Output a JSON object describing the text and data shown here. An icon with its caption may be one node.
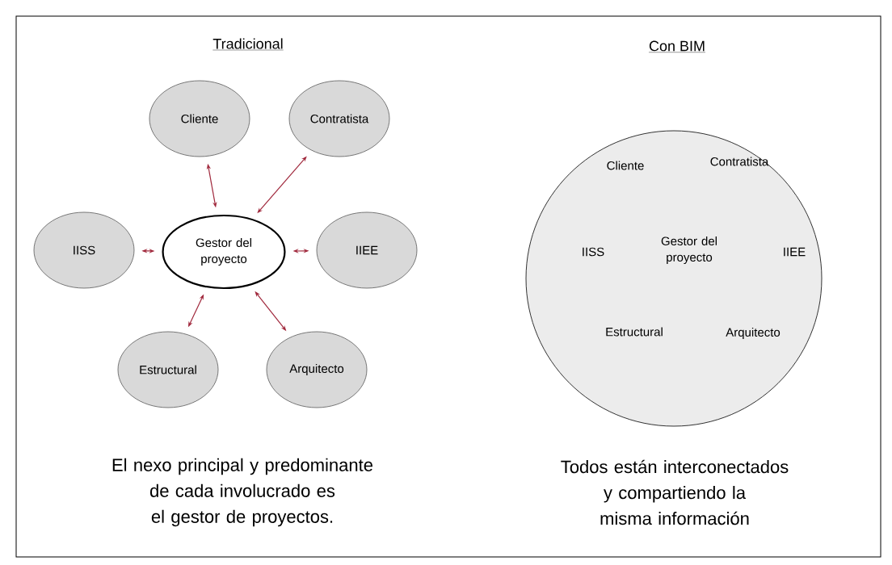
{
  "diagram": {
    "nodes": [
      {
        "text": [
          "Cliente"
        ]
      },
      {
        "text": [
          "Contratista"
        ]
      },
      {
        "text": [
          "IISS"
        ]
      },
      {
        "text": [
          "Gestor del proyecto"
        ]
      },
      {
        "text": [
          "IIEE"
        ]
      },
      {
        "text": [
          "Estructural"
        ]
      },
      {
        "text": [
          "Arquitecto"
        ]
      },
      {
        "text": [
          "Cliente",
          "Contratista",
          "IISS",
          "Gestor del proyecto",
          "IIEE",
          "Estructural",
          "Arquitecto"
        ]
      }
    ],
    "edges": [
      {
        "from": 3,
        "to": 0,
        "arrow": "both"
      },
      {
        "from": 3,
        "to": 1,
        "arrow": "both"
      },
      {
        "from": 3,
        "to": 2,
        "arrow": "both"
      },
      {
        "from": 3,
        "to": 4,
        "arrow": "both"
      },
      {
        "from": 3,
        "to": 5,
        "arrow": "both"
      },
      {
        "from": 3,
        "to": 6,
        "arrow": "both"
      }
    ],
    "labels": [
      "Tradicional",
      "Con BIM",
      "El nexo principal y predominante de cada involucrado es el gestor de proyectos.",
      "Todos están interconectados y compartiendo la misma información"
    ]
  }
}
